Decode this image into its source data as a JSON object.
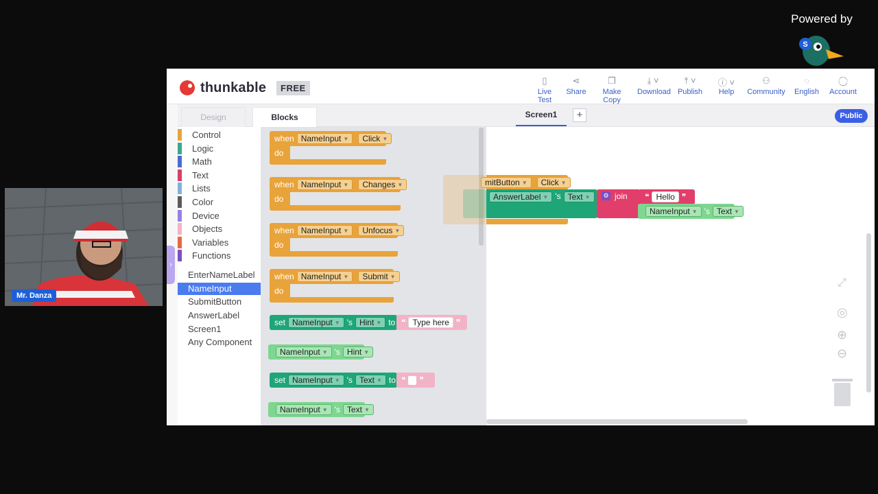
{
  "stream": {
    "powered_by": "Powered by",
    "watermark": "StreamYard",
    "presenter_name": "Mr. Danza"
  },
  "app": {
    "logo_text": "thunkable",
    "plan_badge": "FREE",
    "nav": [
      {
        "label": "Live Test",
        "icon": "phone-icon"
      },
      {
        "label": "Share",
        "icon": "share-icon"
      },
      {
        "label": "Make Copy",
        "icon": "copy-icon"
      },
      {
        "label": "Download",
        "icon": "download-icon"
      },
      {
        "label": "Publish",
        "icon": "publish-icon"
      },
      {
        "label": "Help",
        "icon": "help-icon"
      },
      {
        "label": "Community",
        "icon": "community-icon"
      },
      {
        "label": "English",
        "icon": "globe-icon"
      },
      {
        "label": "Account",
        "icon": "account-icon"
      }
    ],
    "tabs": {
      "design": "Design",
      "blocks": "Blocks"
    },
    "screen_tab": "Screen1",
    "add_screen": "+",
    "public_button": "Public",
    "categories": [
      {
        "label": "Control",
        "color": "#e9a33b"
      },
      {
        "label": "Logic",
        "color": "#3aa88f"
      },
      {
        "label": "Math",
        "color": "#4a6bd0"
      },
      {
        "label": "Text",
        "color": "#d43f6a"
      },
      {
        "label": "Lists",
        "color": "#7fb2d9"
      },
      {
        "label": "Color",
        "color": "#5b5b5b"
      },
      {
        "label": "Device",
        "color": "#9b7fe0"
      },
      {
        "label": "Objects",
        "color": "#f3b3c6"
      },
      {
        "label": "Variables",
        "color": "#e46a3f"
      },
      {
        "label": "Functions",
        "color": "#7c4fbf"
      }
    ],
    "components": [
      "EnterNameLabel",
      "NameInput",
      "SubmitButton",
      "AnswerLabel",
      "Screen1",
      "Any Component"
    ],
    "active_component": "NameInput",
    "flyout": {
      "events": [
        {
          "when": "when",
          "component": "NameInput",
          "event": "Click",
          "do": "do"
        },
        {
          "when": "when",
          "component": "NameInput",
          "event": "Changes",
          "do": "do"
        },
        {
          "when": "when",
          "component": "NameInput",
          "event": "Unfocus",
          "do": "do"
        },
        {
          "when": "when",
          "component": "NameInput",
          "event": "Submit",
          "do": "do"
        }
      ],
      "set_hint": {
        "set": "set",
        "component": "NameInput",
        "s": "'s",
        "prop": "Hint",
        "to": "to",
        "value": "Type here"
      },
      "get_hint": {
        "component": "NameInput",
        "s": "'s",
        "prop": "Hint"
      },
      "set_text": {
        "set": "set",
        "component": "NameInput",
        "s": "'s",
        "prop": "Text",
        "to": "to"
      },
      "get_text": {
        "component": "NameInput",
        "s": "'s",
        "prop": "Text"
      }
    },
    "workspace": {
      "event_component": "mitButton",
      "event": "Click",
      "set_component": "AnswerLabel",
      "s": "'s",
      "set_prop": "Text",
      "to": "to",
      "join": "join",
      "hello": "Hello",
      "get_component": "NameInput",
      "get_prop": "Text"
    }
  }
}
